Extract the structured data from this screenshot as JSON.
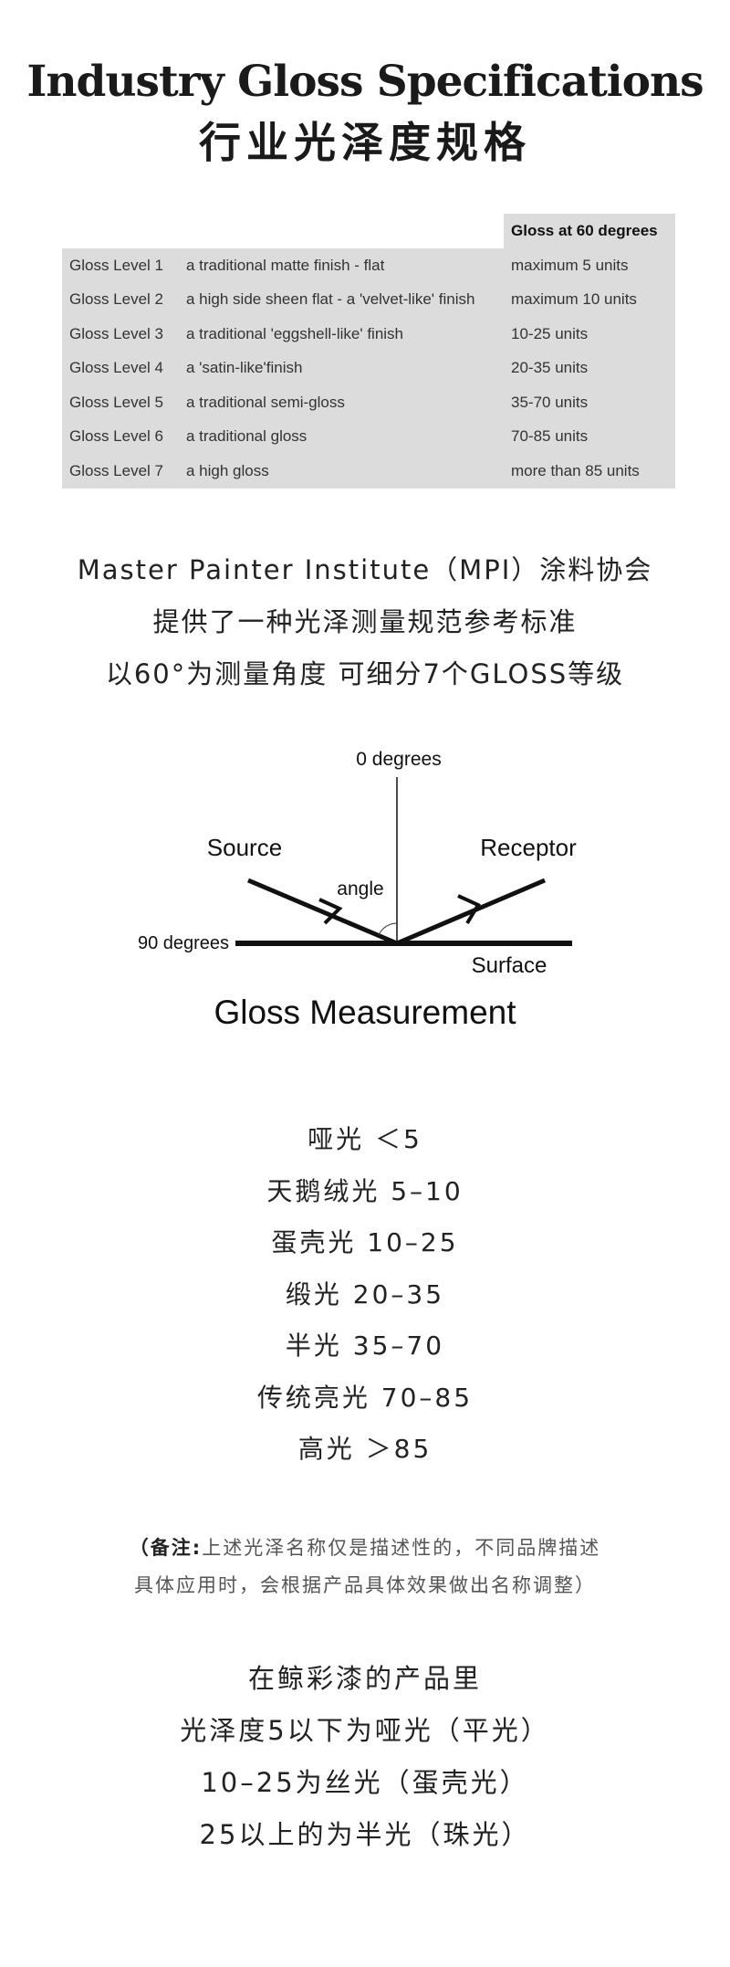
{
  "title": {
    "en": "Industry Gloss Specifications",
    "zh": "行业光泽度规格"
  },
  "table": {
    "header": "Gloss at 60 degrees",
    "rows": [
      {
        "level": "Gloss Level 1",
        "description": "a traditional matte finish - flat",
        "gloss": "maximum 5 units"
      },
      {
        "level": "Gloss Level 2",
        "description": "a high side sheen flat - a 'velvet-like' finish",
        "gloss": "maximum 10 units"
      },
      {
        "level": "Gloss Level 3",
        "description": "a traditional 'eggshell-like' finish",
        "gloss": "10-25 units"
      },
      {
        "level": "Gloss Level 4",
        "description": "a 'satin-like'finish",
        "gloss": "20-35 units"
      },
      {
        "level": "Gloss Level 5",
        "description": "a traditional semi-gloss",
        "gloss": "35-70 units"
      },
      {
        "level": "Gloss Level 6",
        "description": "a traditional gloss",
        "gloss": "70-85 units"
      },
      {
        "level": "Gloss Level 7",
        "description": "a high gloss",
        "gloss": "more than 85 units"
      }
    ]
  },
  "intro": [
    "Master Painter Institute（MPI）涂料协会",
    "提供了一种光泽测量规范参考标准",
    "以60°为测量角度 可细分7个GLOSS等级"
  ],
  "diagram": {
    "zero_label": "0 degrees",
    "source_label": "Source",
    "receptor_label": "Receptor",
    "angle_label": "angle",
    "ninety_label": "90 degrees",
    "surface_label": "Surface",
    "caption": "Gloss Measurement"
  },
  "levels": [
    "哑光 ＜5",
    "天鹅绒光 5–10",
    "蛋壳光 10–25",
    "缎光 20–35",
    "半光 35–70",
    "传统亮光 70–85",
    "高光 ＞85"
  ],
  "note": {
    "prefix": "（备注:",
    "line1": "上述光泽名称仅是描述性的，不同品牌描述",
    "line2": "具体应用时，会根据产品具体效果做出名称调整）"
  },
  "closing": [
    "在鲸彩漆的产品里",
    "光泽度5以下为哑光（平光）",
    "10–25为丝光（蛋壳光）",
    "25以上的为半光（珠光）"
  ]
}
